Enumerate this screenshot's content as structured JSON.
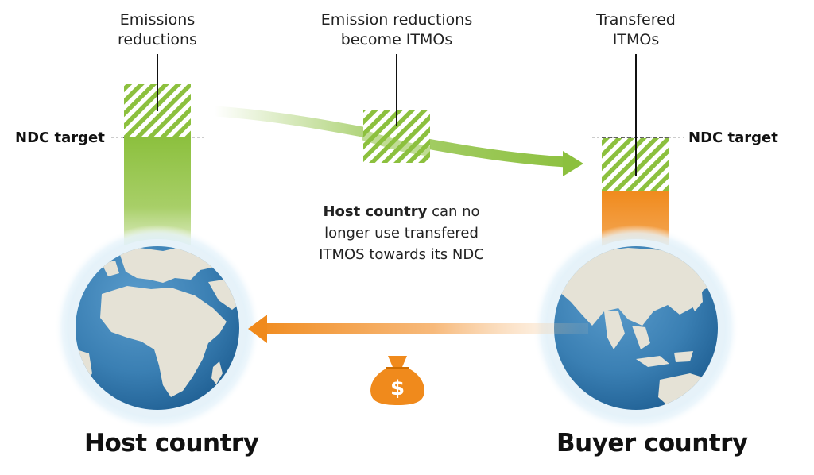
{
  "labels": {
    "emissions_reductions": [
      "Emissions",
      "reductions"
    ],
    "become_itmos": [
      "Emission reductions",
      "become ITMOs"
    ],
    "transferred_itmos": [
      "Transfered",
      "ITMOs"
    ]
  },
  "ndc_target": "NDC target",
  "note": {
    "bold": "Host country",
    "line1_rest": " can no",
    "line2": "longer use transfered",
    "line3": "ITMOS towards its NDC"
  },
  "money_symbol": "$",
  "countries": {
    "host": "Host country",
    "buyer": "Buyer country"
  },
  "colors": {
    "green": "#8cc03e",
    "orange": "#f08a1c",
    "ocean": "#3a7fb3",
    "land": "#e5e2d6"
  },
  "icons": {
    "money": "money-bag-icon",
    "globe": "globe-icon"
  }
}
